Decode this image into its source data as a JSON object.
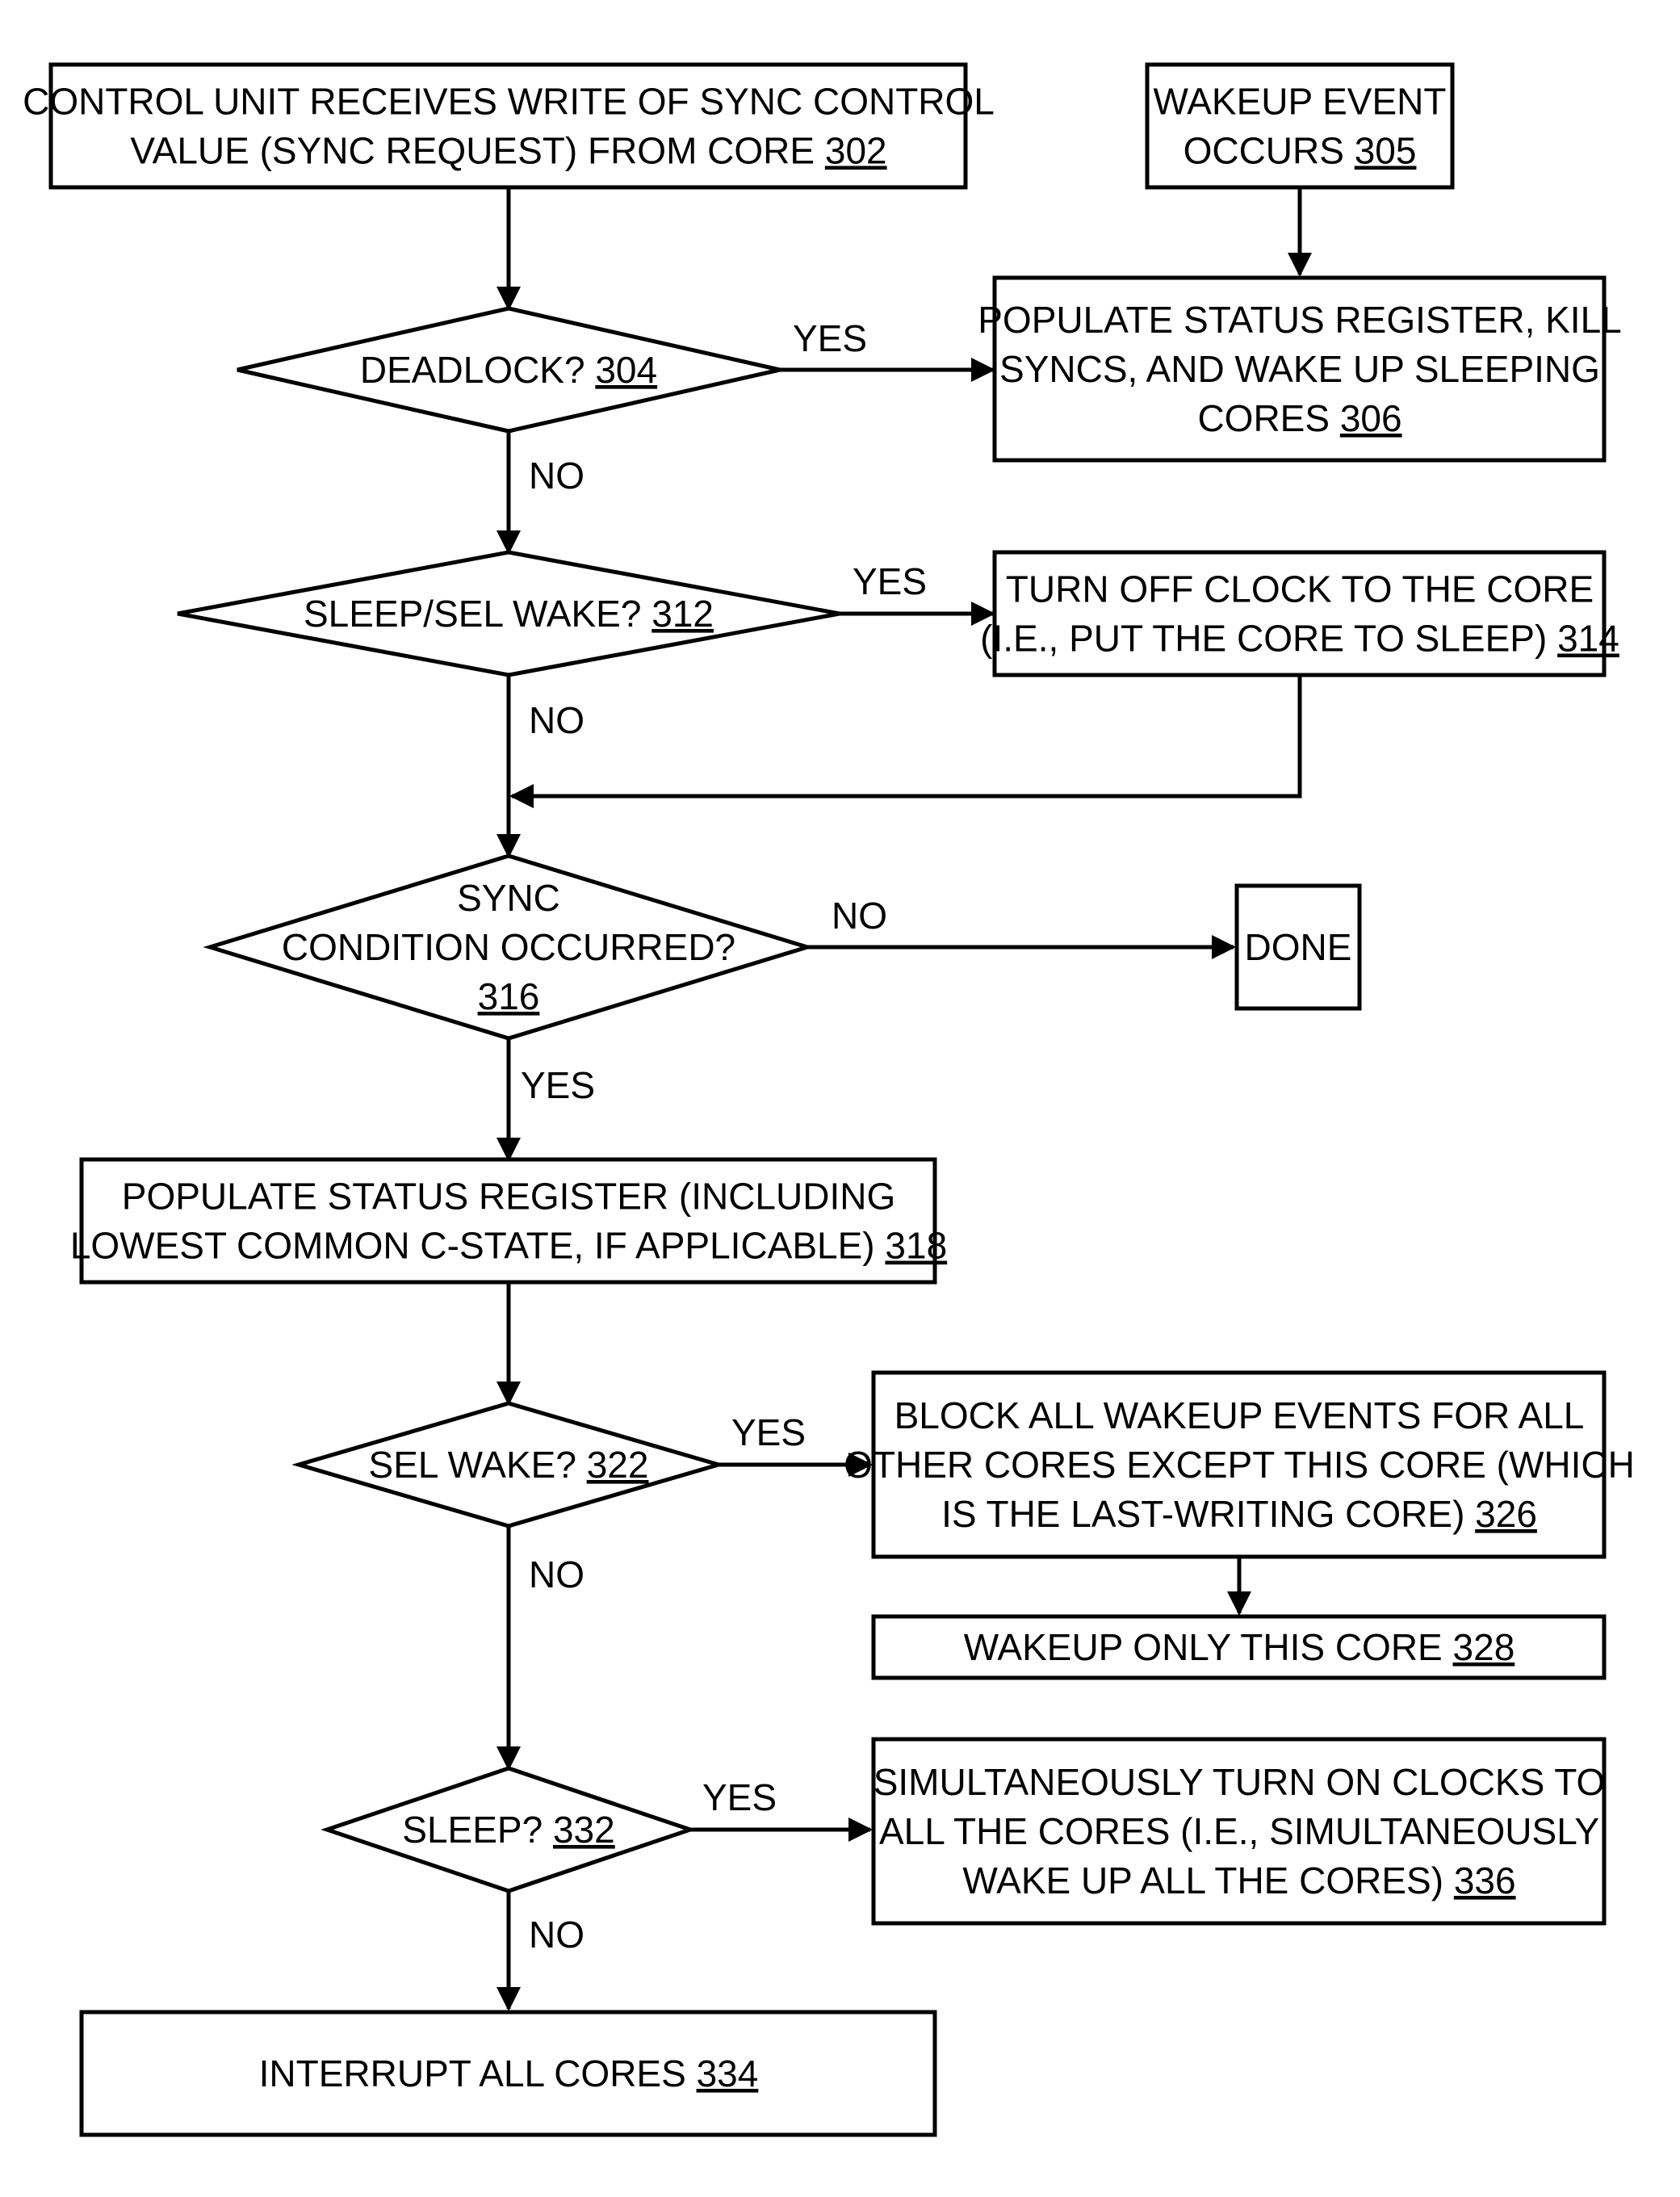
{
  "nodes": {
    "n302": {
      "lines": [
        "CONTROL UNIT RECEIVES WRITE OF SYNC CONTROL",
        "VALUE (SYNC REQUEST) FROM CORE"
      ],
      "ref": "302"
    },
    "n305": {
      "lines": [
        "WAKEUP EVENT",
        "OCCURS"
      ],
      "ref": "305"
    },
    "n304": {
      "lines": [
        "DEADLOCK?"
      ],
      "ref": "304"
    },
    "n306": {
      "lines": [
        "POPULATE STATUS REGISTER, KILL",
        "SYNCS, AND WAKE UP SLEEPING",
        "CORES"
      ],
      "ref": "306"
    },
    "n312": {
      "lines": [
        "SLEEP/SEL WAKE?"
      ],
      "ref": "312"
    },
    "n314": {
      "lines": [
        "TURN OFF CLOCK TO THE CORE",
        "(I.E., PUT THE CORE TO SLEEP)"
      ],
      "ref": "314"
    },
    "n316": {
      "lines": [
        "SYNC",
        "CONDITION OCCURRED?",
        ""
      ],
      "ref": "316"
    },
    "done": {
      "lines": [
        "DONE"
      ],
      "ref": ""
    },
    "n318": {
      "lines": [
        "POPULATE STATUS REGISTER (INCLUDING",
        "LOWEST COMMON C-STATE, IF APPLICABLE)"
      ],
      "ref": "318"
    },
    "n322": {
      "lines": [
        "SEL WAKE?"
      ],
      "ref": "322"
    },
    "n326": {
      "lines": [
        "BLOCK ALL WAKEUP EVENTS FOR ALL",
        "OTHER CORES EXCEPT THIS CORE (WHICH",
        "IS THE LAST-WRITING CORE)"
      ],
      "ref": "326"
    },
    "n328": {
      "lines": [
        "WAKEUP ONLY THIS CORE"
      ],
      "ref": "328"
    },
    "n332": {
      "lines": [
        "SLEEP?"
      ],
      "ref": "332"
    },
    "n336": {
      "lines": [
        "SIMULTANEOUSLY TURN ON CLOCKS TO",
        "ALL THE CORES (I.E., SIMULTANEOUSLY",
        "WAKE UP ALL THE CORES)"
      ],
      "ref": "336"
    },
    "n334": {
      "lines": [
        "INTERRUPT ALL CORES"
      ],
      "ref": "334"
    }
  },
  "edge_labels": {
    "e304_yes": "YES",
    "e304_no": "NO",
    "e312_yes": "YES",
    "e312_no": "NO",
    "e316_no": "NO",
    "e316_yes": "YES",
    "e322_yes": "YES",
    "e322_no": "NO",
    "e332_yes": "YES",
    "e332_no": "NO"
  }
}
